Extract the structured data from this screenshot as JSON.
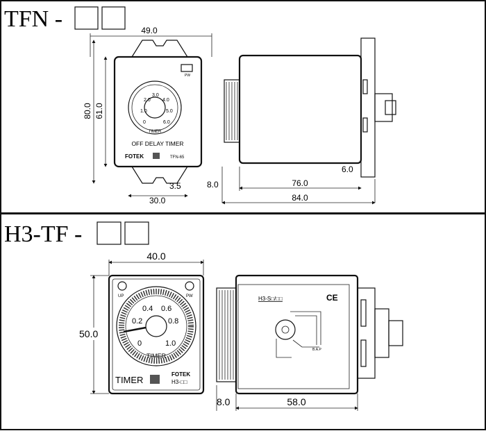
{
  "top": {
    "title": "TFN -",
    "front": {
      "label_pw": "PW",
      "dial_ticks": [
        "0",
        "1.0",
        "2.0",
        "3.0",
        "4.0",
        "5.0",
        "6.0"
      ],
      "dial_label": "TIMER",
      "caption": "OFF DELAY TIMER",
      "brand": "FOTEK",
      "model": "TFN-65"
    },
    "dimensions": {
      "width": "49.0",
      "height_outer": "80.0",
      "height_body": "61.0",
      "slot": "3.5",
      "base": "30.0",
      "socket": "6.0",
      "knob": "8.0",
      "body_depth": "76.0",
      "total_depth": "84.0"
    }
  },
  "bottom": {
    "title": "H3-TF -",
    "front": {
      "label_up": "UP",
      "label_pw": "PW",
      "dial_ticks": [
        "0",
        "0.2",
        "0.4",
        "0.6",
        "0.8",
        "1.0"
      ],
      "dial_label": "TIMER",
      "caption": "TIMER",
      "brand": "FOTEK",
      "model": "H3-□□"
    },
    "side": {
      "model_label": "H3-S□/□□",
      "ce_mark": "CE",
      "terminal_label": "B.A.P"
    },
    "dimensions": {
      "width": "40.0",
      "height": "50.0",
      "knob": "8.0",
      "body_depth": "58.0"
    }
  }
}
